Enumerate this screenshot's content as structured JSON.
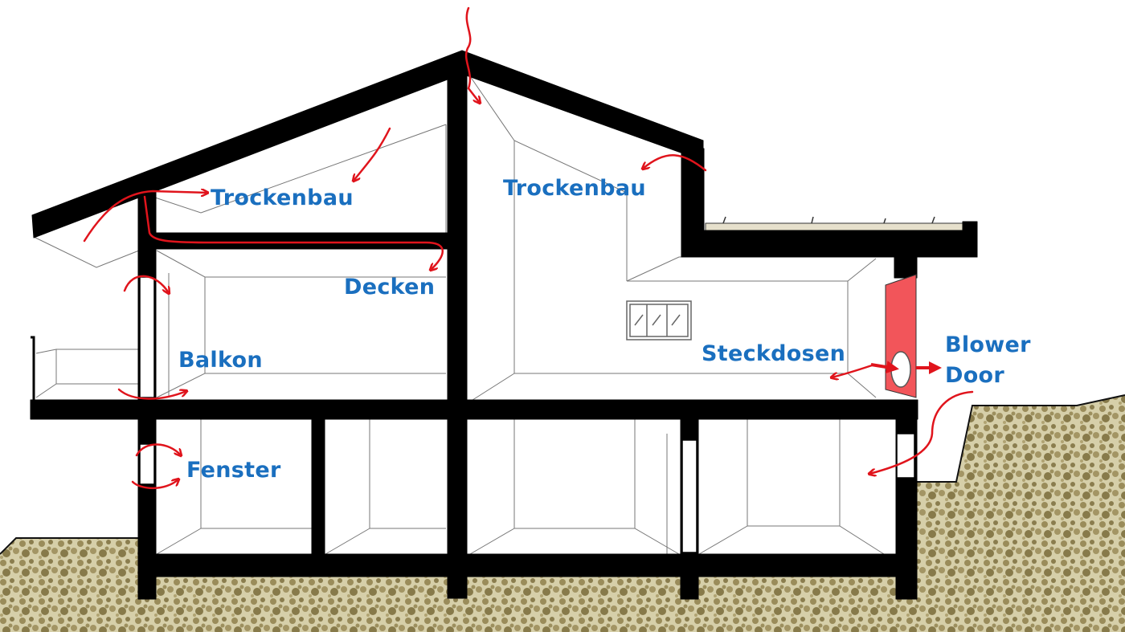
{
  "diagram": {
    "labels": {
      "trockenbau_left": "Trockenbau",
      "trockenbau_right": "Trockenbau",
      "decken": "Decken",
      "balkon": "Balkon",
      "steckdosen": "Steckdosen",
      "blower_line1": "Blower",
      "blower_line2": "Door",
      "fenster": "Fenster"
    },
    "colors": {
      "label": "#1a6fbf",
      "arrow": "#e0141c",
      "wall": "#000000",
      "ground": "#8a7d4e",
      "blower_door": "#f2555a"
    }
  }
}
